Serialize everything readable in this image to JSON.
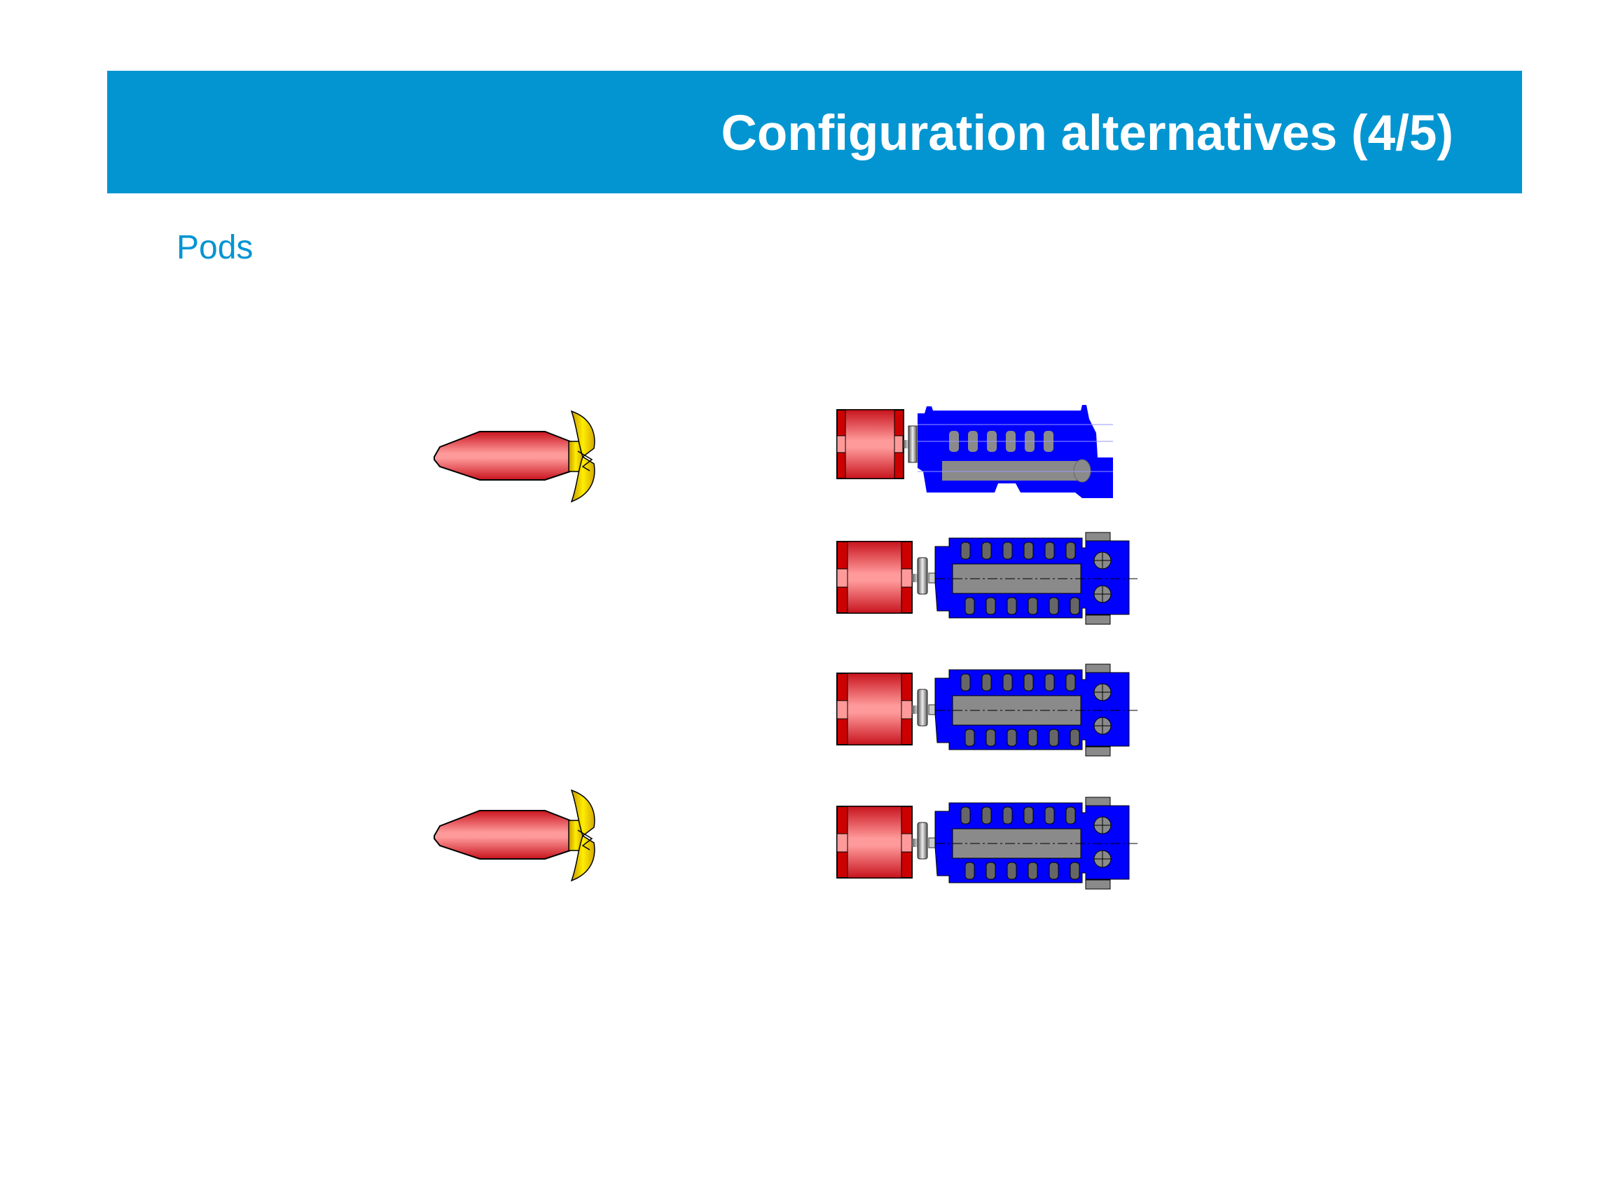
{
  "header": {
    "title": "Configuration alternatives (4/5)"
  },
  "section": {
    "label": "Pods"
  },
  "diagram": {
    "pods": [
      {
        "id": "pod-upper"
      },
      {
        "id": "pod-lower"
      }
    ],
    "gensets": [
      {
        "view": "side"
      },
      {
        "view": "top"
      },
      {
        "view": "top"
      },
      {
        "view": "top"
      }
    ],
    "colors": {
      "header": "#0295d2",
      "generator": "#cc0000",
      "engine": "#0000ff",
      "propeller": "#f2d600",
      "steel": "#8a8a8a"
    }
  }
}
